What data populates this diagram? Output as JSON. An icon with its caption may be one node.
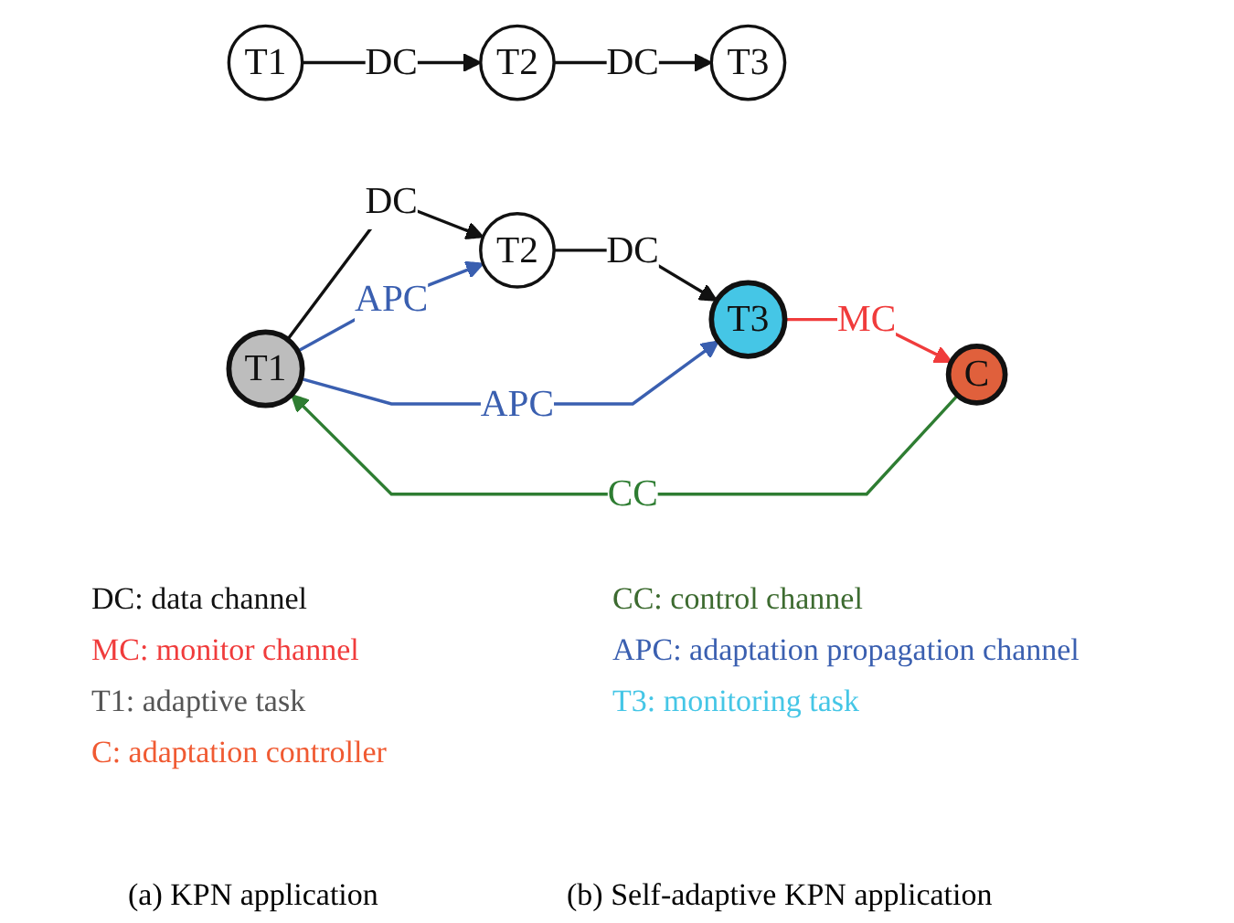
{
  "diagram": {
    "nodes": [
      {
        "text": [
          "T1"
        ]
      },
      {
        "text": [
          "T2"
        ]
      },
      {
        "text": [
          "T3"
        ]
      },
      {
        "text": [
          "T1"
        ]
      },
      {
        "text": [
          "T2"
        ]
      },
      {
        "text": [
          "T3"
        ]
      },
      {
        "text": [
          "C"
        ]
      }
    ],
    "edges": [
      {
        "from": 0,
        "to": 1,
        "arrow": "to",
        "label": "DC"
      },
      {
        "from": 1,
        "to": 2,
        "arrow": "to",
        "label": "DC"
      },
      {
        "from": 3,
        "to": 4,
        "arrow": "to",
        "label": "DC"
      },
      {
        "from": 4,
        "to": 5,
        "arrow": "to",
        "label": "DC"
      },
      {
        "from": 3,
        "to": 5,
        "arrow": "to",
        "label": "APC",
        "color": "#3a5fb0"
      },
      {
        "from": 3,
        "to": 4,
        "arrow": "to",
        "label": "APC",
        "color": "#3a5fb0"
      },
      {
        "from": 5,
        "to": 6,
        "arrow": "to",
        "label": "MC",
        "color": "#f03c3c"
      },
      {
        "from": 6,
        "to": 3,
        "arrow": "to",
        "label": "CC",
        "color": "#2e7d32"
      }
    ],
    "labels": [
      "(a) KPN application",
      "(b) Self-adaptive KPN application"
    ],
    "legend": [
      {
        "text": "DC: data channel",
        "color": "#111111"
      },
      {
        "text": "CC: control channel",
        "color": "#3d6b30"
      },
      {
        "text": "MC: monitor channel",
        "color": "#f03c3c"
      },
      {
        "text": "APC: adaptation propagation channel",
        "color": "#3a5fb0"
      },
      {
        "text": "T1: adaptive task",
        "color": "#555555"
      },
      {
        "text": "T3: monitoring task",
        "color": "#45c6e6"
      },
      {
        "text": "C: adaptation controller",
        "color": "#f05a32"
      }
    ]
  }
}
